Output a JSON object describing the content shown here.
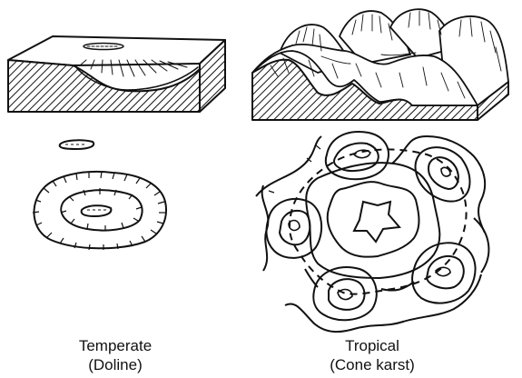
{
  "captions": {
    "temperate": {
      "title": "Temperate",
      "subtitle": "(Doline)"
    },
    "tropical": {
      "title": "Tropical",
      "subtitle": "(Cone karst)"
    }
  },
  "colors": {
    "ink": "#111111",
    "paper": "#ffffff"
  }
}
